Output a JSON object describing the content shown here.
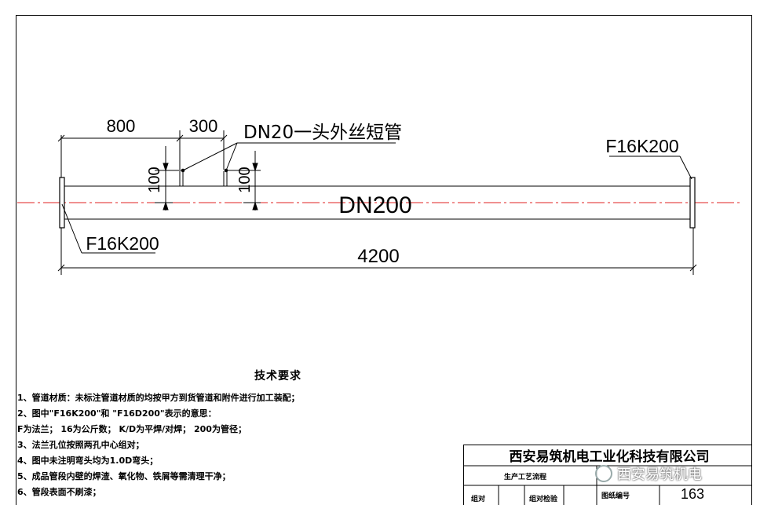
{
  "drawing": {
    "dim_total": "4200",
    "dim_first": "800",
    "dim_second": "300",
    "dim_h1": "100",
    "dim_h2": "100",
    "pipe_label": "DN200",
    "branch_label": "DN20一头外丝短管",
    "flange_left": "F16K200",
    "flange_right": "F16K200"
  },
  "notes": {
    "title": "技术要求",
    "lines": [
      "1、管道材质：未标注管道材质的均按甲方到货管道和附件进行加工装配；",
      "2、图中\"F16K200\"和 \"F16D200\"表示的意思：",
      "   F为法兰；  16为公斤数；  K/D为平焊/对焊；  200为管径；",
      "3、法兰孔位按照两孔中心组对；",
      "4、图中未注明弯头均为1.0D弯头；",
      "5、成品管段内壁的焊渣、氧化物、铁屑等需清理干净；",
      "6、管段表面不刷漆；"
    ]
  },
  "title_block": {
    "company": "西安易筑机电工业化科技有限公司",
    "process_label": "生产工艺流程",
    "drawing_no_label": "图纸编号",
    "drawing_no": "163",
    "sign_group": "组对",
    "sign_check": "组对检验"
  },
  "watermark": {
    "text": "西安易筑机电"
  }
}
